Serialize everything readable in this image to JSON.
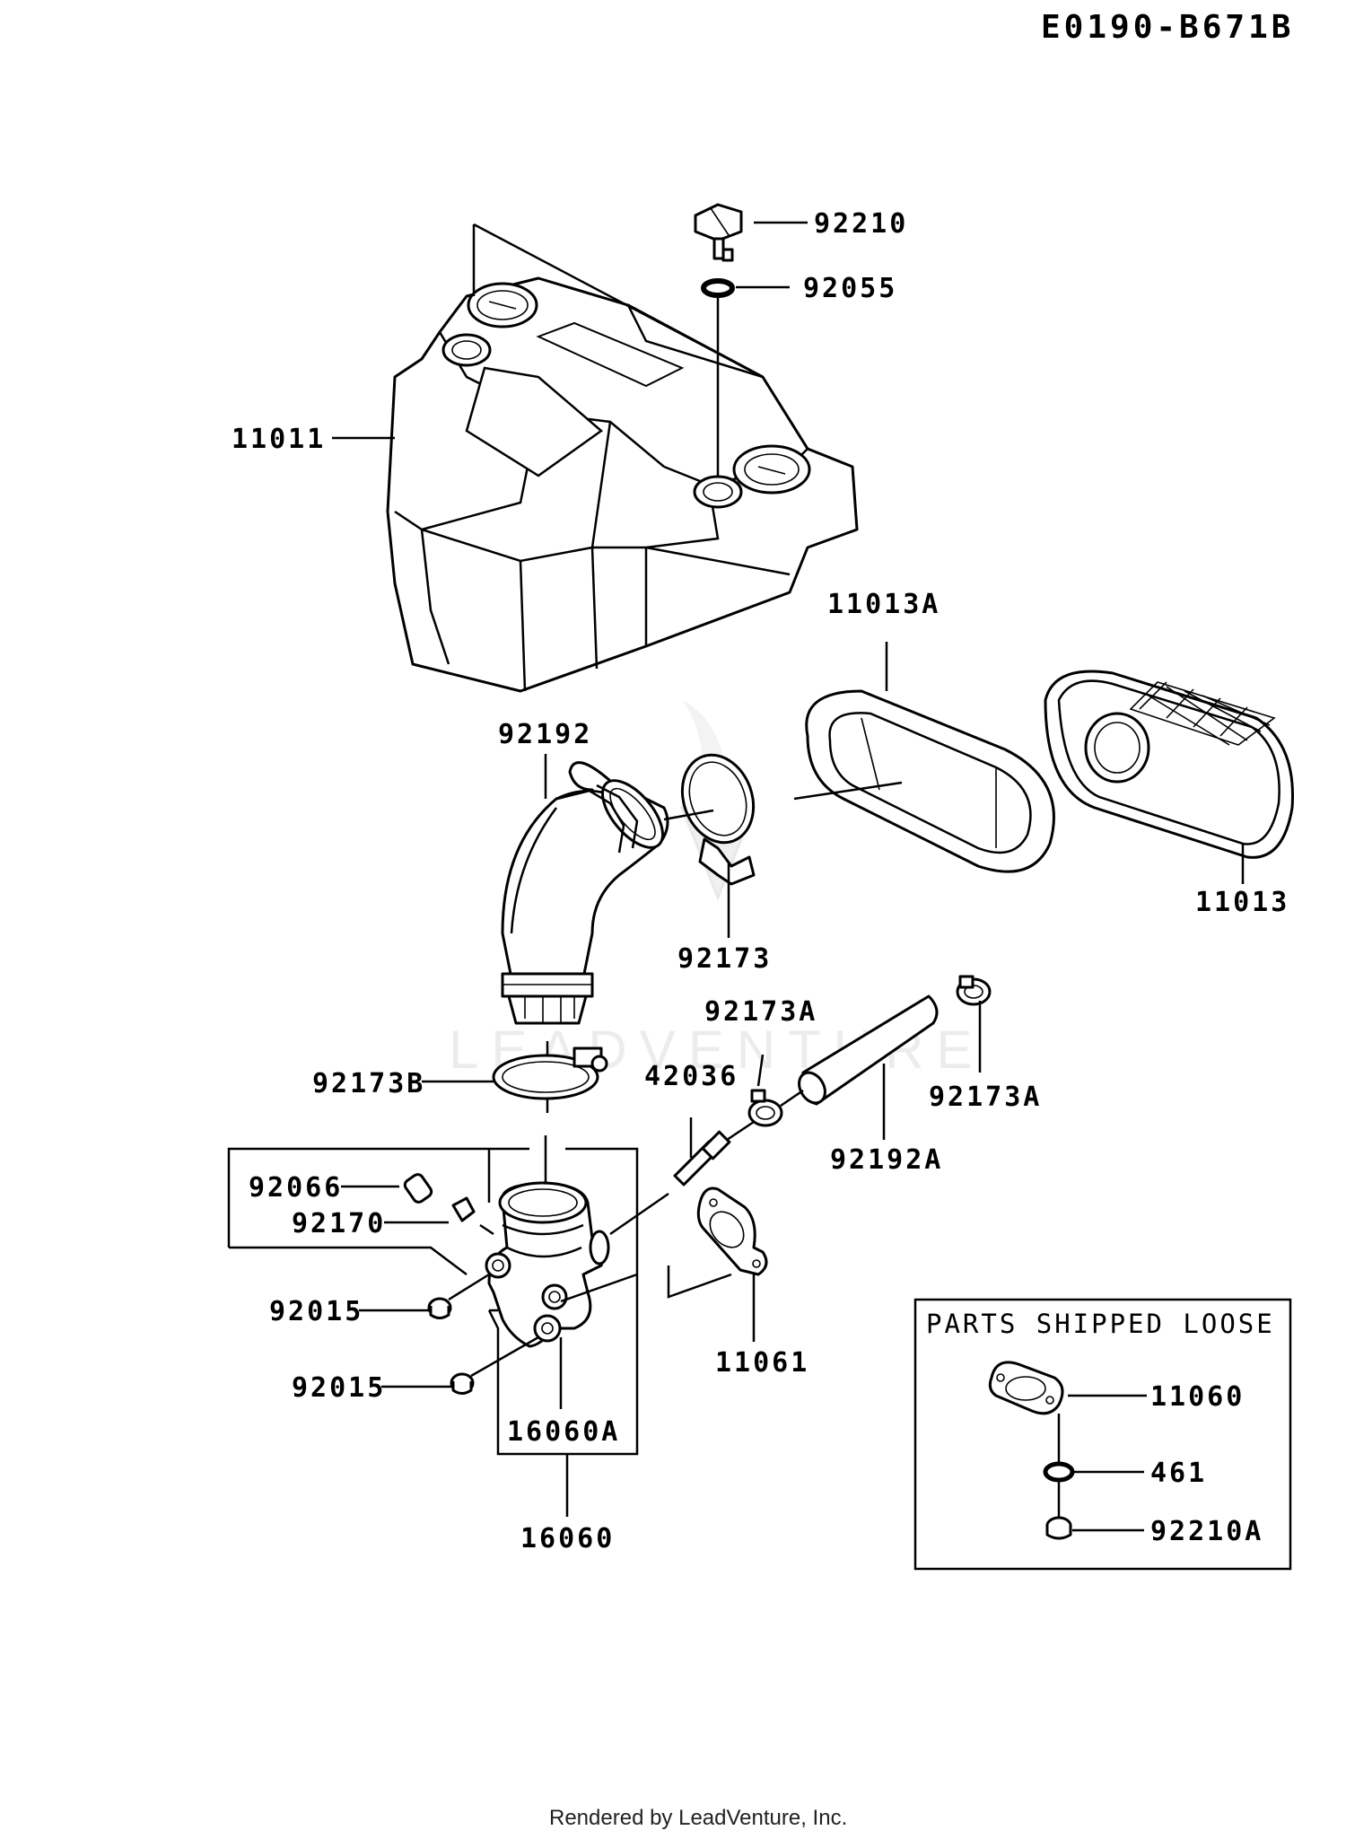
{
  "diagram": {
    "code": "E0190-B671B",
    "footer": "Rendered by LeadVenture, Inc.",
    "watermark": "LEADVENTURE",
    "parts_box_title": "PARTS SHIPPED LOOSE",
    "parts": [
      {
        "id": "p92210",
        "label": "92210"
      },
      {
        "id": "p92055",
        "label": "92055"
      },
      {
        "id": "p11011",
        "label": "11011"
      },
      {
        "id": "p11013A",
        "label": "11013A"
      },
      {
        "id": "p92192",
        "label": "92192"
      },
      {
        "id": "p11013",
        "label": "11013"
      },
      {
        "id": "p92173",
        "label": "92173"
      },
      {
        "id": "p92173A_top",
        "label": "92173A"
      },
      {
        "id": "p42036",
        "label": "42036"
      },
      {
        "id": "p92173B",
        "label": "92173B"
      },
      {
        "id": "p92173A_right",
        "label": "92173A"
      },
      {
        "id": "p92192A",
        "label": "92192A"
      },
      {
        "id": "p92066",
        "label": "92066"
      },
      {
        "id": "p92170",
        "label": "92170"
      },
      {
        "id": "p92015_a",
        "label": "92015"
      },
      {
        "id": "p92015_b",
        "label": "92015"
      },
      {
        "id": "p11061",
        "label": "11061"
      },
      {
        "id": "p16060A",
        "label": "16060A"
      },
      {
        "id": "p16060",
        "label": "16060"
      },
      {
        "id": "p11060",
        "label": "11060"
      },
      {
        "id": "p461",
        "label": "461"
      },
      {
        "id": "p92210A",
        "label": "92210A"
      }
    ]
  }
}
